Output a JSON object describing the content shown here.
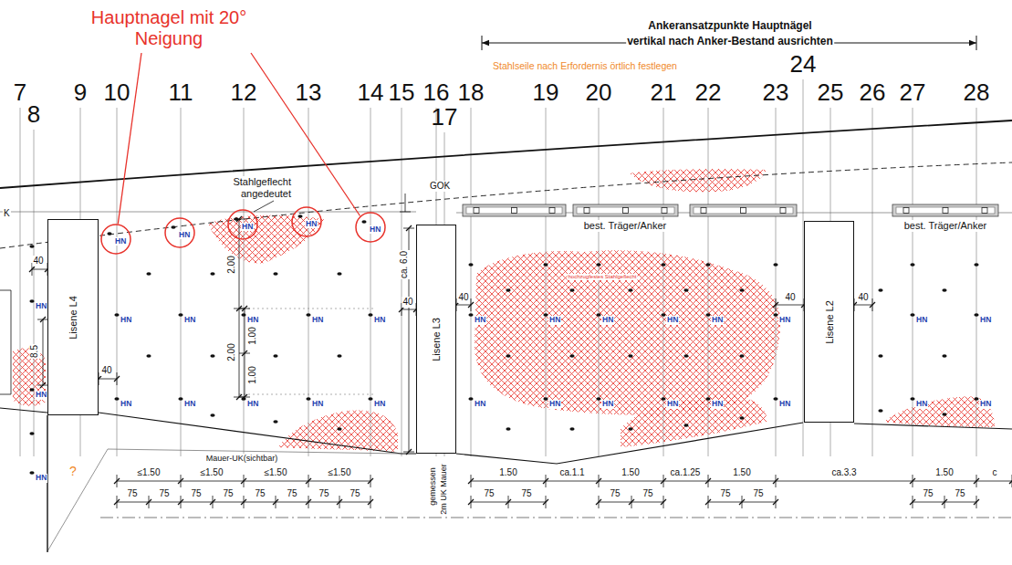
{
  "diagram": {
    "nodes": [
      {
        "text": [
          "Lisene L4"
        ]
      },
      {
        "text": [
          "HN"
        ]
      },
      {
        "text": [
          "HN"
        ]
      },
      {
        "text": [
          "HN"
        ]
      },
      {
        "text": [
          "HN"
        ]
      },
      {
        "text": [
          "HN"
        ]
      },
      {
        "text": [
          "Lisene L3"
        ]
      },
      {
        "text": [
          "Lisene L2"
        ]
      }
    ],
    "labels": [
      "Hauptnagel mit 20° Neigung",
      "Ankeransatzpunkte Hauptnägel",
      "vertikal nach Anker-Bestand ausrichten",
      "Stahlseile nach Erfordernis örtlich festlegen",
      "7",
      "8",
      "9",
      "10",
      "11",
      "12",
      "13",
      "14",
      "15",
      "16",
      "17",
      "18",
      "19",
      "20",
      "21",
      "22",
      "23",
      "24",
      "25",
      "26",
      "27",
      "28",
      "Stahlgeflecht angedeutet",
      "GOK",
      "best. Träger/Anker",
      "best. Träger/Anker",
      "hochzugfestes Stahlgeflecht",
      "K",
      "2.00",
      "1.00",
      "2.00",
      "1.00",
      "40",
      "40",
      "40",
      "40",
      "40",
      "40",
      "8.5",
      "ca. 6.0",
      "Mauer-UK(sichtbar)",
      "gemessen",
      "2m UK Mauer",
      "?",
      "≤1.50",
      "≤1.50",
      "≤1.50",
      "≤1.50",
      "75",
      "75",
      "75",
      "75",
      "75",
      "75",
      "75",
      "75",
      "1.50",
      "ca.1.1",
      "1.50",
      "ca.1.25",
      "1.50",
      "ca.3.3",
      "1.50",
      "c",
      "75",
      "75",
      "75",
      "75",
      "75",
      "75",
      "75",
      "75",
      "HN",
      "HN",
      "HN",
      "HN",
      "HN",
      "HN",
      "HN",
      "HN",
      "HN",
      "HN",
      "HN",
      "HN",
      "HN",
      "HN",
      "HN",
      "HN",
      "HN",
      "HN",
      "HN",
      "HN",
      "HN",
      "HN",
      "HN",
      "HN",
      "HN",
      "HN",
      "HN",
      "HN",
      "HN"
    ]
  }
}
